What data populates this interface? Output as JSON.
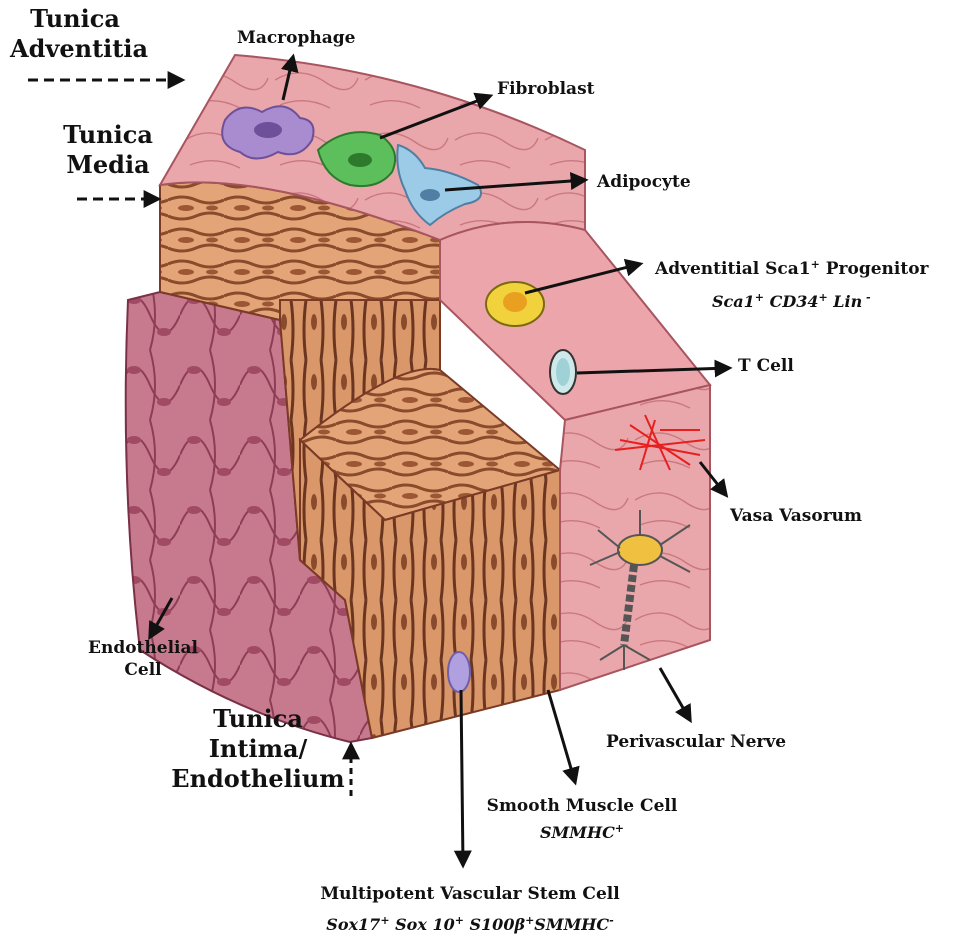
{
  "layers": {
    "adventitia": [
      "Tunica",
      "Adventitia"
    ],
    "media": [
      "Tunica",
      "Media"
    ],
    "intima": [
      "Tunica",
      "Intima/",
      "Endothelium"
    ]
  },
  "cells": {
    "macrophage": "Macrophage",
    "fibroblast": "Fibroblast",
    "adipocyte": "Adipocyte",
    "progenitor": {
      "name_pre": "Adventitial Sca1",
      "name_sup": "+",
      "name_post": " Progenitor",
      "markers": [
        {
          "text": "Sca1",
          "sup": "+"
        },
        {
          "text": " CD34",
          "sup": "+"
        },
        {
          "text": " Lin",
          "sup": " -"
        }
      ]
    },
    "tcell": "T Cell",
    "vasa_vasorum": "Vasa Vasorum",
    "endothelial": [
      "Endothelial",
      "Cell"
    ],
    "perivascular_nerve": "Perivascular Nerve",
    "smooth_muscle": {
      "name": "Smooth Muscle Cell",
      "marker_text": "SMMHC",
      "marker_sup": "+"
    },
    "stem_cell": {
      "name": "Multipotent Vascular Stem Cell",
      "markers": [
        {
          "text": "Sox17",
          "sup": "+"
        },
        {
          "text": " Sox 10",
          "sup": "+"
        },
        {
          "text": " S100β",
          "sup": "+"
        },
        {
          "text": "SMMHC",
          "sup": "-"
        }
      ]
    }
  },
  "colors": {
    "intima": "#c97a8c",
    "media": "#d99a6e",
    "adventitia": "#e8a3a8",
    "macrophage": "#a98bd0",
    "fibroblast": "#5cbf5c",
    "adipocyte": "#9ccbe8",
    "progenitor": "#f2d23c",
    "vasa_vasorum": "#e81f1f",
    "nerve": "#f0c040"
  }
}
